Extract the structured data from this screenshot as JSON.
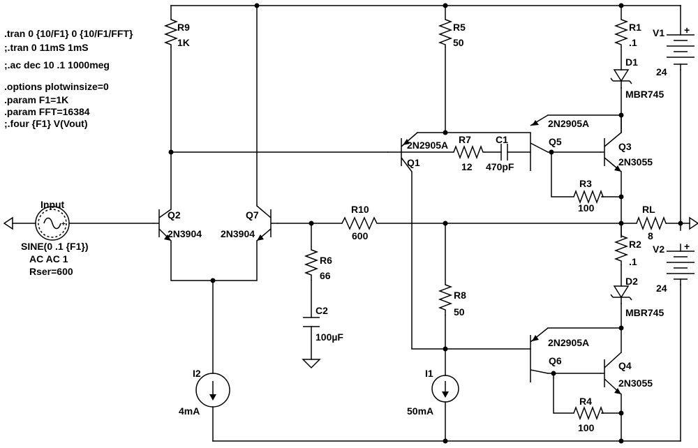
{
  "directives": [
    ".tran 0 {10/F1} 0 {10/F1/FFT}",
    ";.tran 0 11mS 1mS",
    ";.ac dec 10 .1 1000meg",
    ".options plotwinsize=0",
    ".param F1=1K",
    ".param FFT=16384",
    ";.four {F1} V(Vout)"
  ],
  "labels": [
    {
      "id": "R9",
      "text": "R9"
    },
    {
      "id": "R9v",
      "text": "1K"
    },
    {
      "id": "R5",
      "text": "R5"
    },
    {
      "id": "R5v",
      "text": "50"
    },
    {
      "id": "R1",
      "text": "R1"
    },
    {
      "id": "R1v",
      "text": ".1"
    },
    {
      "id": "V1",
      "text": "V1"
    },
    {
      "id": "V1v",
      "text": "24"
    },
    {
      "id": "D1",
      "text": "D1"
    },
    {
      "id": "D1v",
      "text": "MBR745"
    },
    {
      "id": "Q5m",
      "text": "2N2905A"
    },
    {
      "id": "Q5",
      "text": "Q5"
    },
    {
      "id": "Q1m",
      "text": "2N2905A"
    },
    {
      "id": "Q1",
      "text": "Q1"
    },
    {
      "id": "R7",
      "text": "R7"
    },
    {
      "id": "R7v",
      "text": "12"
    },
    {
      "id": "C1",
      "text": "C1"
    },
    {
      "id": "C1v",
      "text": "470pF"
    },
    {
      "id": "Q3",
      "text": "Q3"
    },
    {
      "id": "Q3m",
      "text": "2N3055"
    },
    {
      "id": "R3",
      "text": "R3"
    },
    {
      "id": "R3v",
      "text": "100"
    },
    {
      "id": "Input",
      "text": "Input"
    },
    {
      "id": "Src1",
      "text": "SINE(0 .1 {F1})"
    },
    {
      "id": "Src2",
      "text": "AC AC 1"
    },
    {
      "id": "Src3",
      "text": "Rser=600"
    },
    {
      "id": "Q2",
      "text": "Q2"
    },
    {
      "id": "Q2m",
      "text": "2N3904"
    },
    {
      "id": "Q7",
      "text": "Q7"
    },
    {
      "id": "Q7m",
      "text": "2N3904"
    },
    {
      "id": "R10",
      "text": "R10"
    },
    {
      "id": "R10v",
      "text": "600"
    },
    {
      "id": "RL",
      "text": "RL"
    },
    {
      "id": "RLv",
      "text": "8"
    },
    {
      "id": "R2",
      "text": "R2"
    },
    {
      "id": "R2v",
      "text": ".1"
    },
    {
      "id": "V2",
      "text": "V2"
    },
    {
      "id": "V2v",
      "text": "24"
    },
    {
      "id": "R6",
      "text": "R6"
    },
    {
      "id": "R6v",
      "text": "66"
    },
    {
      "id": "C2",
      "text": "C2"
    },
    {
      "id": "C2v",
      "text": "100µF"
    },
    {
      "id": "R8",
      "text": "R8"
    },
    {
      "id": "R8v",
      "text": "50"
    },
    {
      "id": "D2",
      "text": "D2"
    },
    {
      "id": "D2v",
      "text": "MBR745"
    },
    {
      "id": "Q6m",
      "text": "2N2905A"
    },
    {
      "id": "Q6",
      "text": "Q6"
    },
    {
      "id": "Q4",
      "text": "Q4"
    },
    {
      "id": "Q4m",
      "text": "2N3055"
    },
    {
      "id": "I2",
      "text": "I2"
    },
    {
      "id": "I2v",
      "text": "4mA"
    },
    {
      "id": "I1",
      "text": "I1"
    },
    {
      "id": "I1v",
      "text": "50mA"
    },
    {
      "id": "R4",
      "text": "R4"
    },
    {
      "id": "R4v",
      "text": "100"
    },
    {
      "id": "Vp1",
      "text": "+"
    },
    {
      "id": "Vp2",
      "text": "+"
    },
    {
      "id": "Sp",
      "text": "+"
    }
  ]
}
